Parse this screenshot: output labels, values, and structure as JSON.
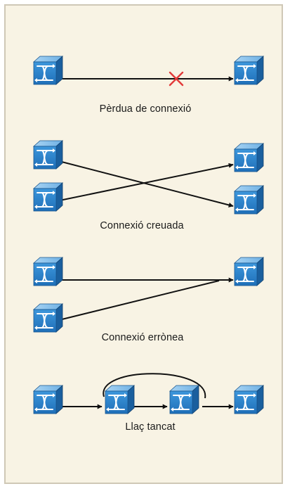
{
  "panels": [
    {
      "caption": "Pèrdua de connexió"
    },
    {
      "caption": "Connexió creuada"
    },
    {
      "caption": "Connexió errònea"
    },
    {
      "caption": "Llaç tancat"
    }
  ],
  "colors": {
    "background": "#f8f3e4",
    "border": "#cfc8b6",
    "switch_front": "#2f86cf",
    "switch_top": "#8cc2ec",
    "switch_side": "#1a5f9e",
    "link": "#111111",
    "error_mark": "#e23a3a"
  },
  "icons": [
    "network-switch-icon",
    "broken-link-cross-icon",
    "arrowhead-icon"
  ]
}
